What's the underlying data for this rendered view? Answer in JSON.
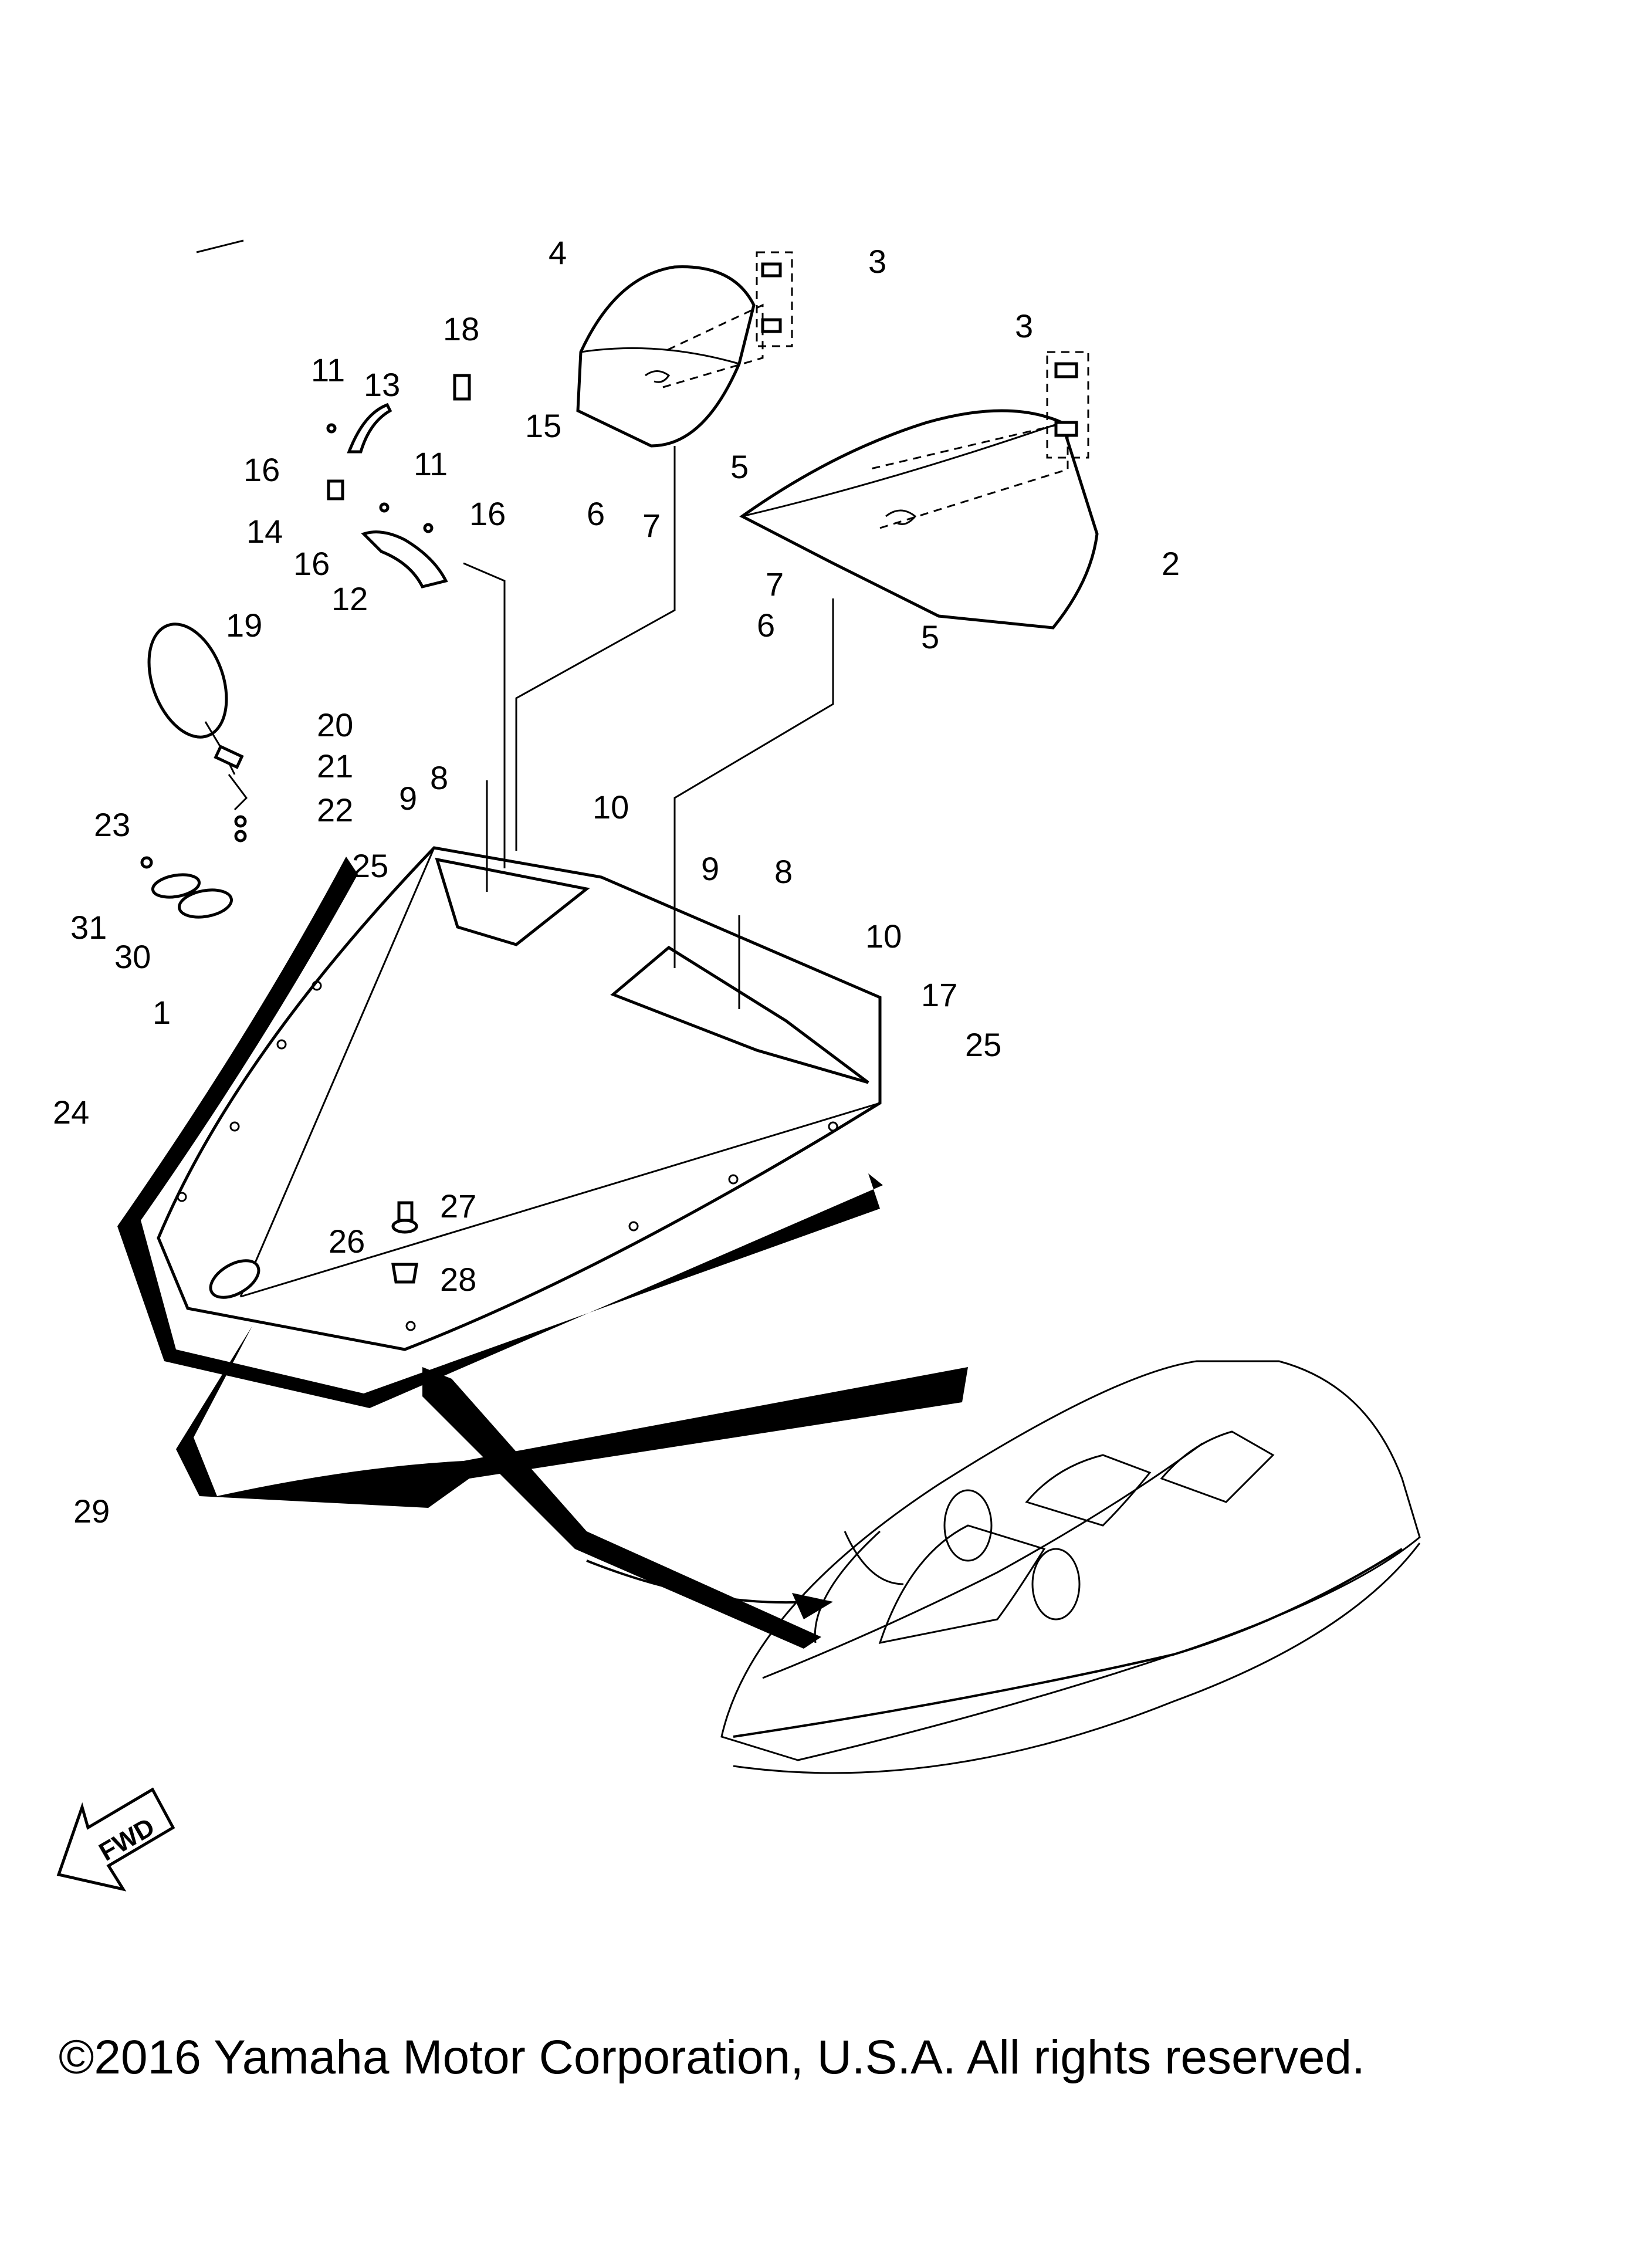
{
  "callouts": {
    "c1": "1",
    "c2": "2",
    "c3a": "3",
    "c3b": "3",
    "c4": "4",
    "c5a": "5",
    "c5b": "5",
    "c6a": "6",
    "c6b": "6",
    "c7a": "7",
    "c7b": "7",
    "c8a": "8",
    "c8b": "8",
    "c9a": "9",
    "c9b": "9",
    "c10a": "10",
    "c10b": "10",
    "c11a": "11",
    "c11b": "11",
    "c12": "12",
    "c13": "13",
    "c14": "14",
    "c15": "15",
    "c16a": "16",
    "c16b": "16",
    "c16c": "16",
    "c17": "17",
    "c18": "18",
    "c19": "19",
    "c20": "20",
    "c21": "21",
    "c22": "22",
    "c23": "23",
    "c24": "24",
    "c25a": "25",
    "c25b": "25",
    "c26": "26",
    "c27": "27",
    "c28": "28",
    "c29": "29",
    "c30": "30",
    "c31": "31"
  },
  "fwd_label": "FWD",
  "copyright": "©2016 Yamaha Motor Corporation, U.S.A. All rights reserved."
}
